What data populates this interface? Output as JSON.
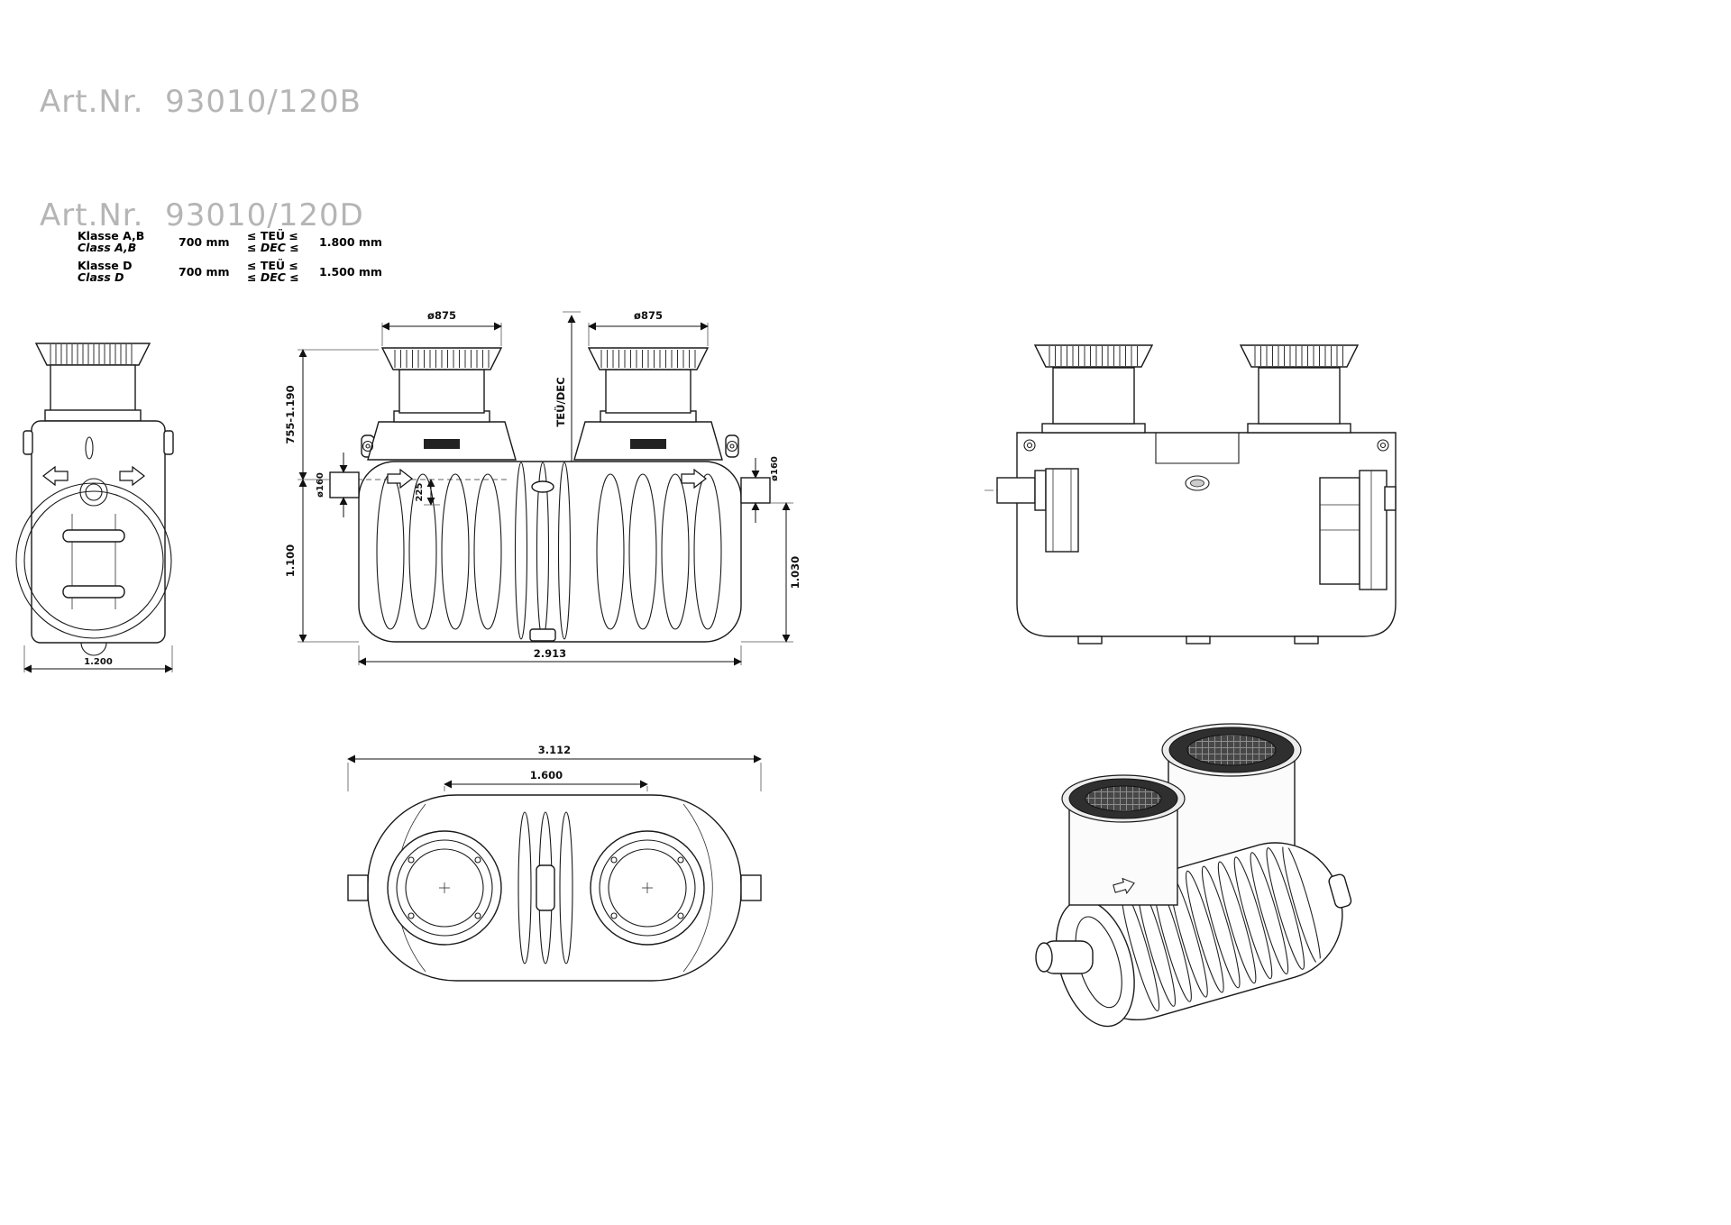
{
  "header": {
    "art_nr_line1": "Art.Nr.  93010/120B",
    "art_nr_line2": "Art.Nr.  93010/120D"
  },
  "spec_table": {
    "rows": [
      {
        "klasse_de": "Klasse A,B",
        "klasse_en": "Class A,B",
        "min": "700 mm",
        "rel_de": "≤ TEÜ ≤",
        "rel_en": "≤ DEC ≤",
        "max": "1.800 mm"
      },
      {
        "klasse_de": "Klasse D",
        "klasse_en": "Class D",
        "min": "700 mm",
        "rel_de": "≤ TEÜ ≤",
        "rel_en": "≤ DEC ≤",
        "max": "1.500 mm"
      }
    ]
  },
  "front_view": {
    "dome1_diameter": "ø875",
    "dome2_diameter": "ø875",
    "cover_height_range": "755-1.190",
    "cover_level_label": "TEÜ/DEC",
    "inlet_diameter": "ø160",
    "outlet_diameter": "ø160",
    "invert_drop": "225",
    "inlet_depth": "1.100",
    "outlet_depth": "1.030",
    "tank_length": "2.913"
  },
  "end_view": {
    "overall_width": "1.200"
  },
  "plan_view": {
    "overall_length": "3.112",
    "dome_spacing": "1.600"
  }
}
